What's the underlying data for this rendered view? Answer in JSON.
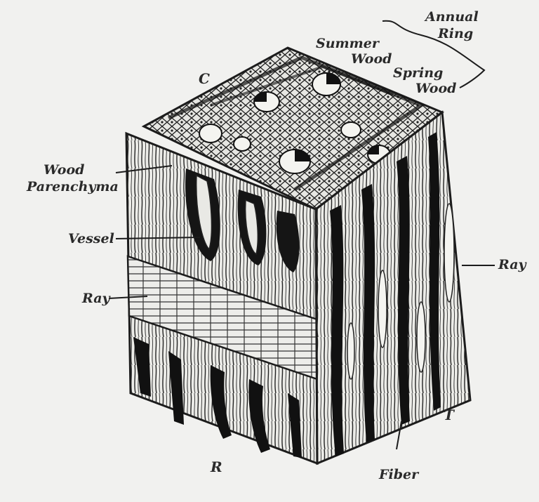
{
  "labels": {
    "annual_ring_1": "Annual",
    "annual_ring_2": "Ring",
    "summer_wood_1": "Summer",
    "summer_wood_2": "Wood",
    "spring_wood_1": "Spring",
    "spring_wood_2": "Wood",
    "c": "C",
    "wood_parenchyma_1": "Wood",
    "wood_parenchyma_2": "Parenchyma",
    "vessel": "Vessel",
    "ray_left": "Ray",
    "ray_right": "Ray",
    "r": "R",
    "t": "T",
    "fiber": "Fiber"
  },
  "colors": {
    "ink": "#1c1c1c",
    "paper": "#f1f1ef",
    "cell_fill": "#e8e8e4",
    "dark_fill": "#111111"
  }
}
